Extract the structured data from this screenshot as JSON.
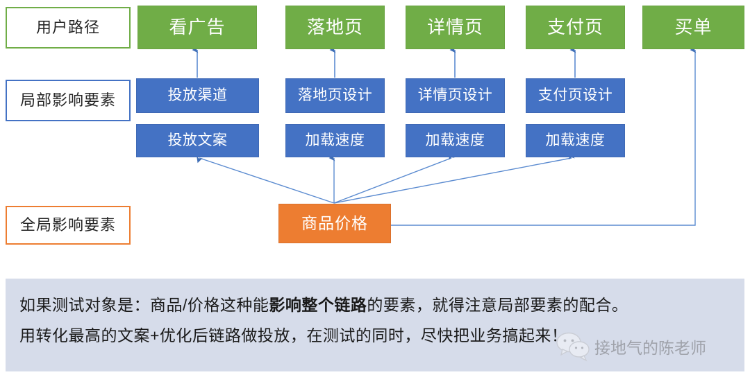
{
  "colors": {
    "stage_green": "#70AD47",
    "factor_blue": "#4472C4",
    "global_orange": "#ED7D31",
    "note_background": "#D6DCEA",
    "connector_blue": "#5B8BD0",
    "arrow_blue": "#3E6DB5"
  },
  "legend": {
    "user_path": "用户路径",
    "local_factors": "局部影响要素",
    "global_factors": "全局影响要素"
  },
  "stages": [
    {
      "label": "看广告"
    },
    {
      "label": "落地页"
    },
    {
      "label": "详情页"
    },
    {
      "label": "支付页"
    },
    {
      "label": "买单"
    }
  ],
  "local_factors": [
    {
      "primary": "投放渠道",
      "secondary": "投放文案"
    },
    {
      "primary": "落地页设计",
      "secondary": "加载速度"
    },
    {
      "primary": "详情页设计",
      "secondary": "加载速度"
    },
    {
      "primary": "支付页设计",
      "secondary": "加载速度"
    }
  ],
  "global_factor": {
    "label": "商品价格"
  },
  "note": {
    "line1_a": "如果测试对象是：商品/价格这种能",
    "line1_bold": "影响整个链路",
    "line1_b": "的要素，就得注意局部要素的配合。",
    "line2": "用转化最高的文案+优化后链路做投放，在测试的同时，尽快把业务搞起来！"
  },
  "watermark": {
    "account": "接地气的陈老师"
  }
}
